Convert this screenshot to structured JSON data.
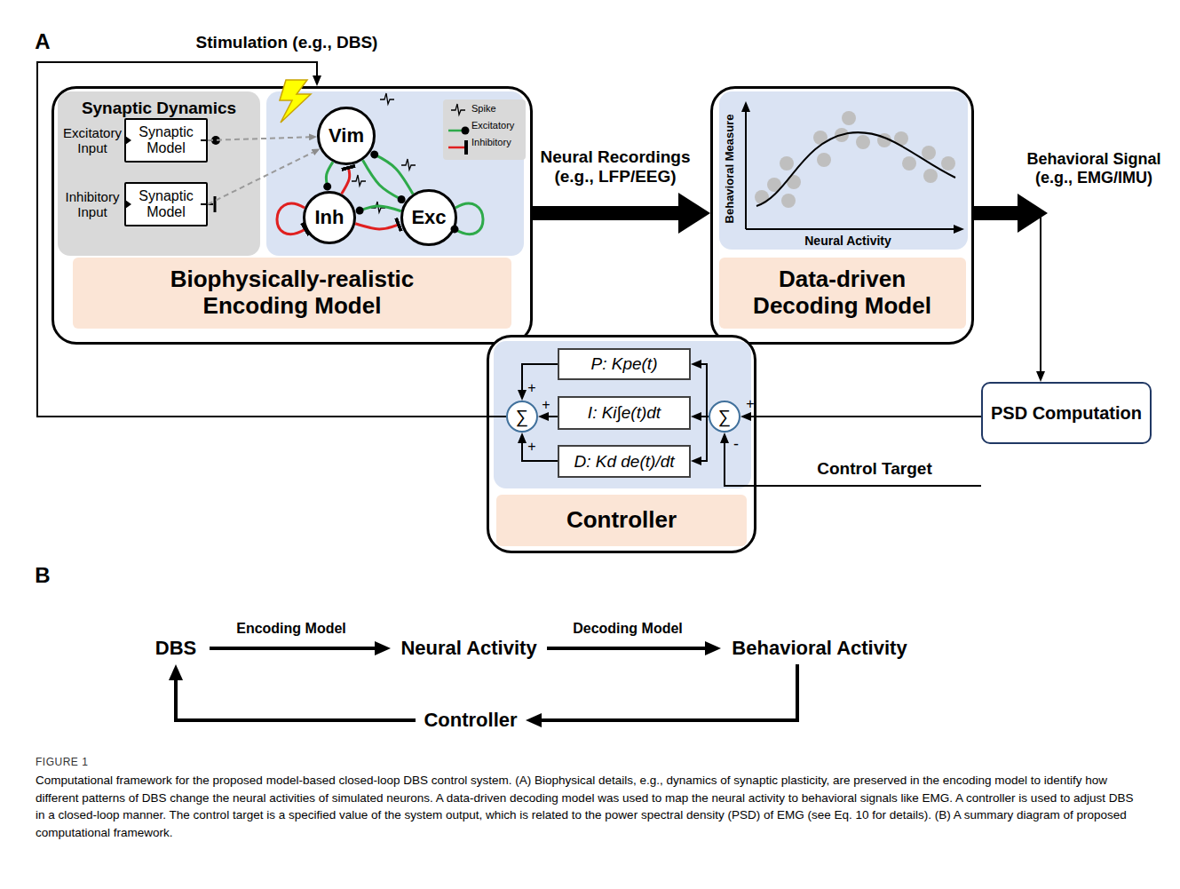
{
  "diagram": {
    "caption": "Computational framework for the proposed model-based closed-loop DBS control system. (A) Biophysical details, e.g., dynamics of synaptic plasticity, are preserved in the encoding model to identify how different patterns of DBS change the neural activities of simulated neurons. A data-driven decoding model was used to map the neural activity to behavioral signals like EMG. A controller is used to adjust DBS in a closed-loop manner. The control target is a specified value of the system output, which is related to the power spectral density (PSD) of EMG (see Eq. 10 for details). (B) A summary diagram of proposed computational framework.",
    "nodes": [
      {
        "text": [
          "Biophysically-realistic Encoding Model"
        ]
      },
      {
        "text": [
          "Synaptic Dynamics"
        ],
        "in": 0
      },
      {
        "text": [
          "Synaptic Model"
        ],
        "in": 1
      },
      {
        "text": [
          "Synaptic Model"
        ],
        "in": 1
      },
      {
        "text": [
          "Vim"
        ],
        "in": 0
      },
      {
        "text": [
          "Inh"
        ],
        "in": 0
      },
      {
        "text": [
          "Exc"
        ],
        "in": 0
      },
      {
        "text": [
          "Data-driven Decoding Model"
        ]
      },
      {
        "text": [
          "Controller"
        ]
      },
      {
        "text": [
          "∑"
        ],
        "in": 8
      },
      {
        "text": [
          "P: Kpe(t)"
        ],
        "in": 8
      },
      {
        "text": [
          "I: Ki∫e(t)dt"
        ],
        "in": 8
      },
      {
        "text": [
          "D: Kd de(t)/dt"
        ],
        "in": 8
      },
      {
        "text": [
          "∑"
        ],
        "in": 8
      },
      {
        "text": [
          "PSD Computation"
        ]
      },
      {
        "text": [
          "DBS"
        ]
      },
      {
        "text": [
          "Neural Activity"
        ]
      },
      {
        "text": [
          "Behavioral Activity"
        ]
      },
      {
        "text": [
          "Controller"
        ]
      }
    ],
    "edges": [
      {
        "from": 0,
        "to": 7,
        "arrow": "to",
        "label": "Neural Recordings (e.g., LFP/EEG)"
      },
      {
        "from": 7,
        "to": 14,
        "arrow": "to",
        "label": "Behavioral Signal (e.g., EMG/IMU)"
      },
      {
        "from": 14,
        "to": 13,
        "arrow": "to"
      },
      {
        "from": 13,
        "to": 10,
        "arrow": "to"
      },
      {
        "from": 13,
        "to": 11,
        "arrow": "to"
      },
      {
        "from": 13,
        "to": 12,
        "arrow": "to"
      },
      {
        "from": 10,
        "to": 9,
        "arrow": "to"
      },
      {
        "from": 11,
        "to": 9,
        "arrow": "to"
      },
      {
        "from": 12,
        "to": 9,
        "arrow": "to"
      },
      {
        "from": 9,
        "to": 0,
        "arrow": "to",
        "label": "Stimulation (e.g., DBS)"
      },
      {
        "from": 2,
        "to": 4,
        "arrow": "to"
      },
      {
        "from": 3,
        "to": 4,
        "arrow": "to"
      },
      {
        "from": 4,
        "to": 5,
        "arrow": "to"
      },
      {
        "from": 4,
        "to": 6,
        "arrow": "to"
      },
      {
        "from": 5,
        "to": 4,
        "arrow": "to"
      },
      {
        "from": 6,
        "to": 4,
        "arrow": "to"
      },
      {
        "from": 5,
        "to": 6,
        "arrow": "to"
      },
      {
        "from": 6,
        "to": 5,
        "arrow": "to"
      },
      {
        "from": 15,
        "to": 16,
        "arrow": "to",
        "label": "Encoding Model"
      },
      {
        "from": 16,
        "to": 17,
        "arrow": "to",
        "label": "Decoding Model"
      },
      {
        "from": 17,
        "to": 18,
        "arrow": "to"
      },
      {
        "from": 18,
        "to": 15,
        "arrow": "to"
      }
    ],
    "labels": [
      "A",
      "Excitatory Input",
      "Inhibitory Input",
      "Behavioral Measure",
      "Neural Activity",
      "Control Target",
      "+",
      "+",
      "+",
      "+",
      "-",
      "B",
      "FIGURE 1"
    ],
    "legend": [
      {
        "text": "Spike"
      },
      {
        "text": "Excitatory"
      },
      {
        "text": "Inhibitory"
      }
    ]
  }
}
